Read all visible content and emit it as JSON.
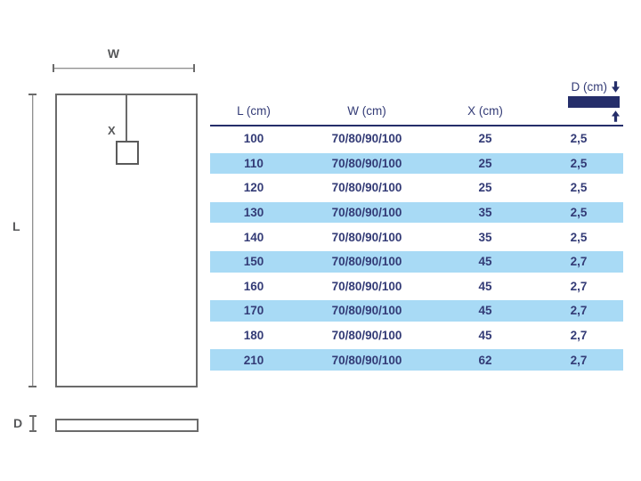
{
  "diagram": {
    "width_label": "W",
    "length_label": "L",
    "drain_label": "X",
    "depth_label": "D"
  },
  "table": {
    "columns": [
      {
        "label": "L (cm)"
      },
      {
        "label": "W (cm)"
      },
      {
        "label": "X (cm)"
      },
      {
        "label": "D (cm)"
      }
    ],
    "rows": [
      [
        "100",
        "70/80/90/100",
        "25",
        "2,5"
      ],
      [
        "110",
        "70/80/90/100",
        "25",
        "2,5"
      ],
      [
        "120",
        "70/80/90/100",
        "25",
        "2,5"
      ],
      [
        "130",
        "70/80/90/100",
        "35",
        "2,5"
      ],
      [
        "140",
        "70/80/90/100",
        "35",
        "2,5"
      ],
      [
        "150",
        "70/80/90/100",
        "45",
        "2,7"
      ],
      [
        "160",
        "70/80/90/100",
        "45",
        "2,7"
      ],
      [
        "170",
        "70/80/90/100",
        "45",
        "2,7"
      ],
      [
        "180",
        "70/80/90/100",
        "45",
        "2,7"
      ],
      [
        "210",
        "70/80/90/100",
        "62",
        "2,7"
      ]
    ]
  },
  "icons": {
    "depth_down_arrow": "arrow-down",
    "depth_up_arrow": "arrow-up",
    "depth_bar": "solid-bar"
  },
  "colors": {
    "text_navy": "#333b76",
    "bar_navy": "#252e6a",
    "row_blue": "#a8daf5",
    "diagram_gray": "#6b6b6b"
  }
}
